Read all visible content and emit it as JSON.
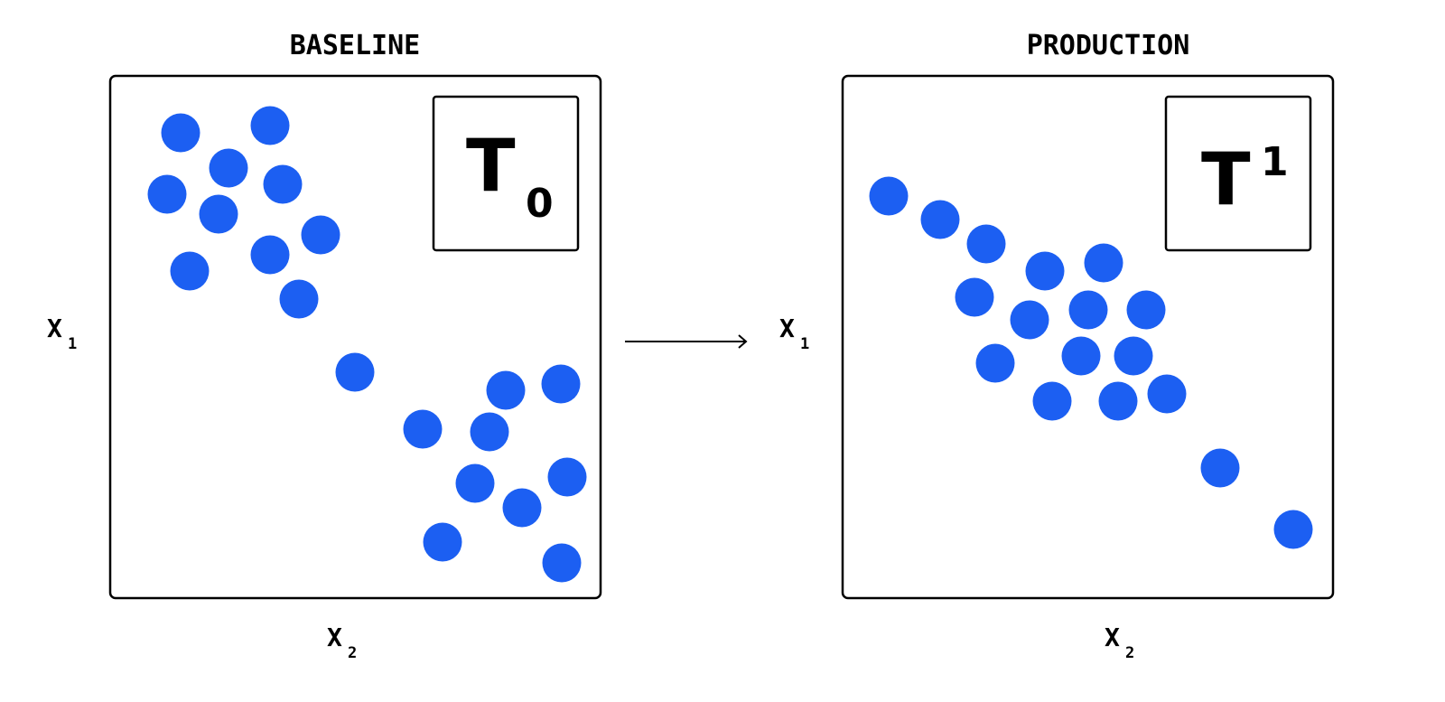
{
  "colors": {
    "dot": "#1c5ff2",
    "stroke": "#000000"
  },
  "left_panel": {
    "title": "BASELINE",
    "y_label": "X",
    "y_label_sub": "1",
    "x_label": "X",
    "x_label_sub": "2",
    "time_label": "T",
    "time_label_sub": "0"
  },
  "right_panel": {
    "title": "PRODUCTION",
    "y_label": "X",
    "y_label_sub": "1",
    "x_label": "X",
    "x_label_sub": "2",
    "time_label": "T",
    "time_label_sup": "1"
  },
  "arrow_icon": "arrow-right-icon"
}
